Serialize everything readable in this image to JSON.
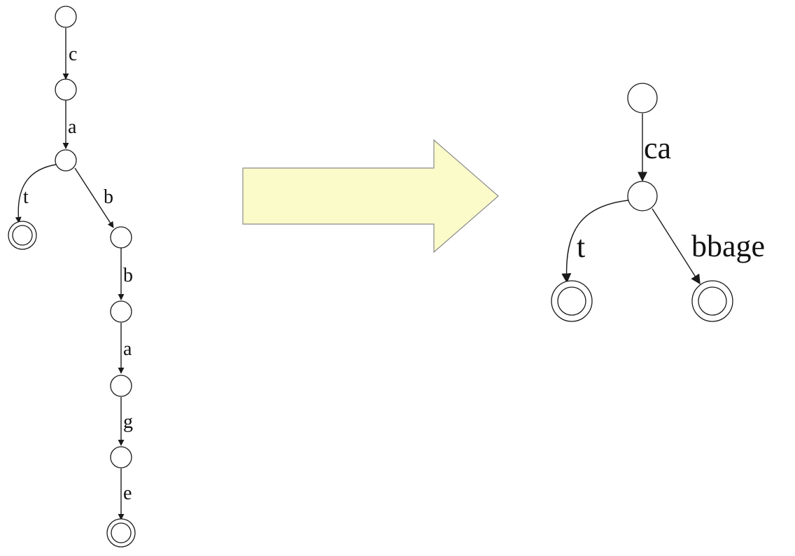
{
  "colors": {
    "stroke": "#1a1a1a",
    "arrow_fill": "#fbfac9",
    "arrow_stroke": "#8c8c8c",
    "background": "#ffffff"
  },
  "left_trie": {
    "edge_labels": {
      "c": "c",
      "a1": "a",
      "t": "t",
      "b1": "b",
      "b2": "b",
      "a2": "a",
      "g": "g",
      "e": "e"
    }
  },
  "right_trie": {
    "edge_labels": {
      "ca": "ca",
      "t": "t",
      "bbage": "bbage"
    }
  }
}
